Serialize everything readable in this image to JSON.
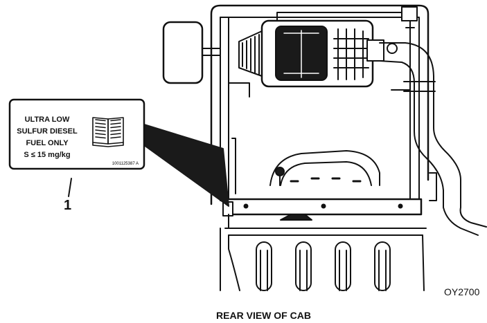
{
  "decal": {
    "line1": "ULTRA LOW",
    "line2": "SULFUR DIESEL",
    "line3": "FUEL ONLY",
    "line4": "S ≤ 15 mg/kg",
    "part_number": "1001125387 A",
    "icon": "book-icon"
  },
  "callout": {
    "number": "1"
  },
  "figure_id": "OY2700",
  "caption": "REAR VIEW OF CAB"
}
